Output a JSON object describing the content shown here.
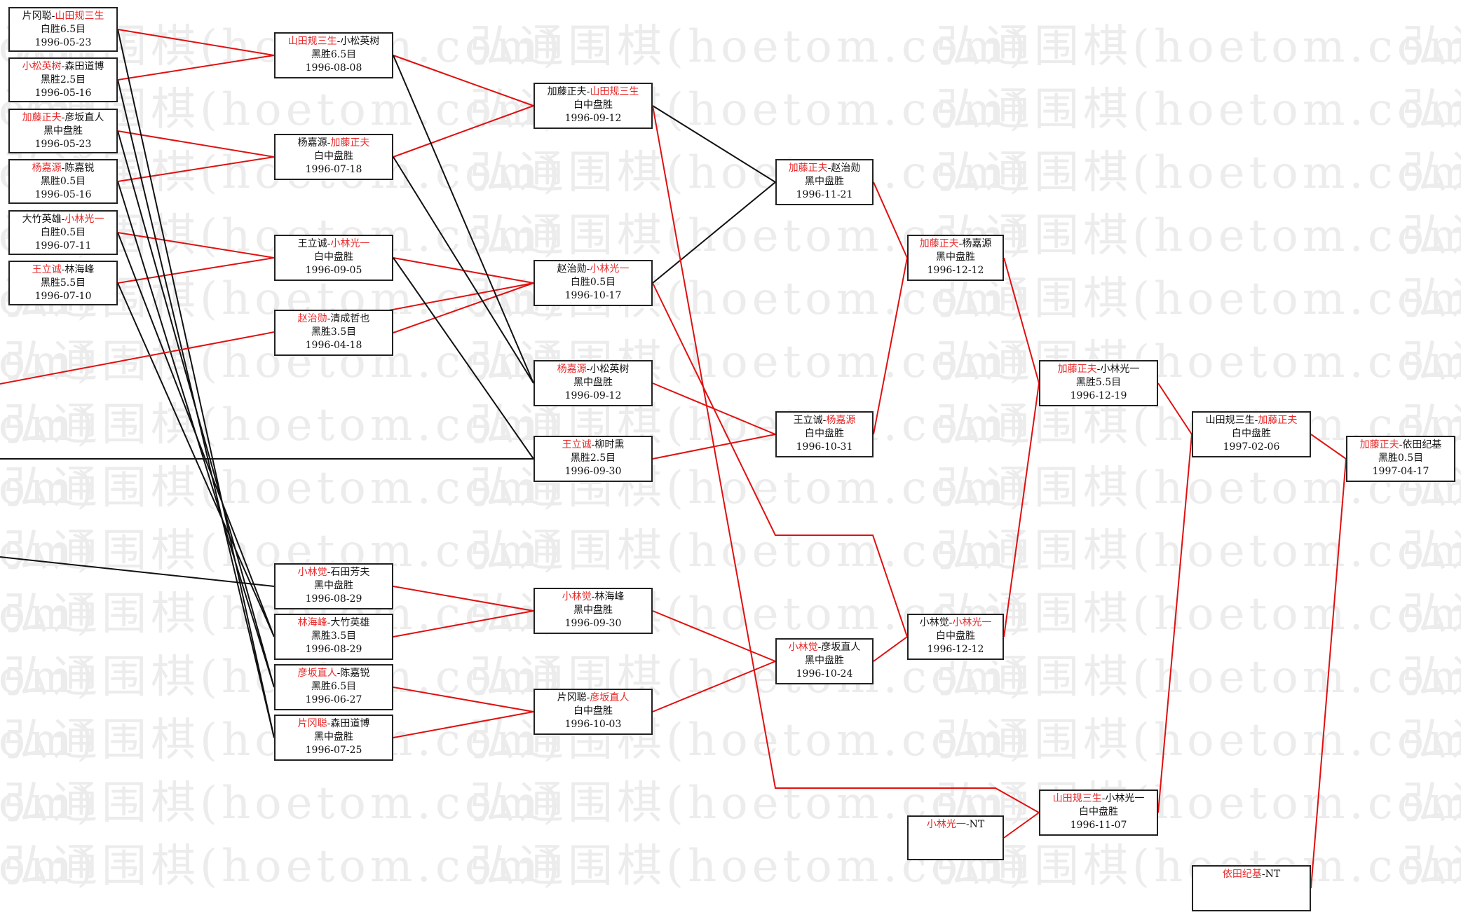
{
  "watermark": "弘通围棋(hoetom.com)",
  "colors": {
    "winner": "#e8292a",
    "black_line": "#111111",
    "red_line": "#e01010"
  },
  "matches": {
    "r1_1": {
      "p1": "片冈聪",
      "p2": "山田规三生",
      "winner": 2,
      "result": "白胜6.5目",
      "date": "1996-05-23"
    },
    "r1_2": {
      "p1": "小松英树",
      "p2": "森田道博",
      "winner": 1,
      "result": "黑胜2.5目",
      "date": "1996-05-16"
    },
    "r1_3": {
      "p1": "加藤正夫",
      "p2": "彦坂直人",
      "winner": 1,
      "result": "黑中盘胜",
      "date": "1996-05-23"
    },
    "r1_4": {
      "p1": "杨嘉源",
      "p2": "陈嘉锐",
      "winner": 1,
      "result": "黑胜0.5目",
      "date": "1996-05-16"
    },
    "r1_5": {
      "p1": "大竹英雄",
      "p2": "小林光一",
      "winner": 2,
      "result": "白胜0.5目",
      "date": "1996-07-11"
    },
    "r1_6": {
      "p1": "王立诚",
      "p2": "林海峰",
      "winner": 1,
      "result": "黑胜5.5目",
      "date": "1996-07-10"
    },
    "r2_1": {
      "p1": "山田规三生",
      "p2": "小松英树",
      "winner": 1,
      "result": "黑胜6.5目",
      "date": "1996-08-08"
    },
    "r2_2": {
      "p1": "杨嘉源",
      "p2": "加藤正夫",
      "winner": 2,
      "result": "白中盘胜",
      "date": "1996-07-18"
    },
    "r2_3": {
      "p1": "王立诚",
      "p2": "小林光一",
      "winner": 2,
      "result": "白中盘胜",
      "date": "1996-09-05"
    },
    "r2_4": {
      "p1": "赵治勋",
      "p2": "清成哲也",
      "winner": 1,
      "result": "黑胜3.5目",
      "date": "1996-04-18"
    },
    "r2_5": {
      "p1": "小林觉",
      "p2": "石田芳夫",
      "winner": 1,
      "result": "黑中盘胜",
      "date": "1996-08-29"
    },
    "r2_6": {
      "p1": "林海峰",
      "p2": "大竹英雄",
      "winner": 1,
      "result": "黑胜3.5目",
      "date": "1996-08-29"
    },
    "r2_7": {
      "p1": "彦坂直人",
      "p2": "陈嘉锐",
      "winner": 1,
      "result": "黑胜6.5目",
      "date": "1996-06-27"
    },
    "r2_8": {
      "p1": "片冈聪",
      "p2": "森田道博",
      "winner": 1,
      "result": "黑中盘胜",
      "date": "1996-07-25"
    },
    "r3_1": {
      "p1": "加藤正夫",
      "p2": "山田规三生",
      "winner": 2,
      "result": "白中盘胜",
      "date": "1996-09-12"
    },
    "r3_2": {
      "p1": "赵治勋",
      "p2": "小林光一",
      "winner": 2,
      "result": "白胜0.5目",
      "date": "1996-10-17"
    },
    "r3_3": {
      "p1": "杨嘉源",
      "p2": "小松英树",
      "winner": 1,
      "result": "黑中盘胜",
      "date": "1996-09-12"
    },
    "r3_4": {
      "p1": "王立诚",
      "p2": "柳时熏",
      "winner": 1,
      "result": "黑胜2.5目",
      "date": "1996-09-30"
    },
    "r3_5": {
      "p1": "小林觉",
      "p2": "林海峰",
      "winner": 1,
      "result": "黑中盘胜",
      "date": "1996-09-30"
    },
    "r3_6": {
      "p1": "片冈聪",
      "p2": "彦坂直人",
      "winner": 2,
      "result": "白中盘胜",
      "date": "1996-10-03"
    },
    "r4_1": {
      "p1": "加藤正夫",
      "p2": "赵治勋",
      "winner": 1,
      "result": "黑中盘胜",
      "date": "1996-11-21"
    },
    "r4_2": {
      "p1": "王立诚",
      "p2": "杨嘉源",
      "winner": 2,
      "result": "白中盘胜",
      "date": "1996-10-31"
    },
    "r4_3": {
      "p1": "小林觉",
      "p2": "彦坂直人",
      "winner": 1,
      "result": "黑中盘胜",
      "date": "1996-10-24"
    },
    "r5_1": {
      "p1": "加藤正夫",
      "p2": "杨嘉源",
      "winner": 1,
      "result": "黑中盘胜",
      "date": "1996-12-12"
    },
    "r5_2": {
      "p1": "小林觉",
      "p2": "小林光一",
      "winner": 2,
      "result": "白中盘胜",
      "date": "1996-12-12"
    },
    "r5_3": {
      "p1": "小林光一",
      "p2": "NT",
      "winner": 1,
      "result": "",
      "date": ""
    },
    "r6_1": {
      "p1": "加藤正夫",
      "p2": "小林光一",
      "winner": 1,
      "result": "黑胜5.5目",
      "date": "1996-12-19"
    },
    "r6_2": {
      "p1": "山田规三生",
      "p2": "小林光一",
      "winner": 1,
      "result": "白中盘胜",
      "date": "1996-11-07"
    },
    "r7_1": {
      "p1": "山田规三生",
      "p2": "加藤正夫",
      "winner": 2,
      "result": "白中盘胜",
      "date": "1997-02-06"
    },
    "r7_2": {
      "p1": "依田纪基",
      "p2": "NT",
      "winner": 1,
      "result": "",
      "date": ""
    },
    "final": {
      "p1": "加藤正夫",
      "p2": "依田纪基",
      "winner": 1,
      "result": "黑胜0.5目",
      "date": "1997-04-17"
    }
  }
}
